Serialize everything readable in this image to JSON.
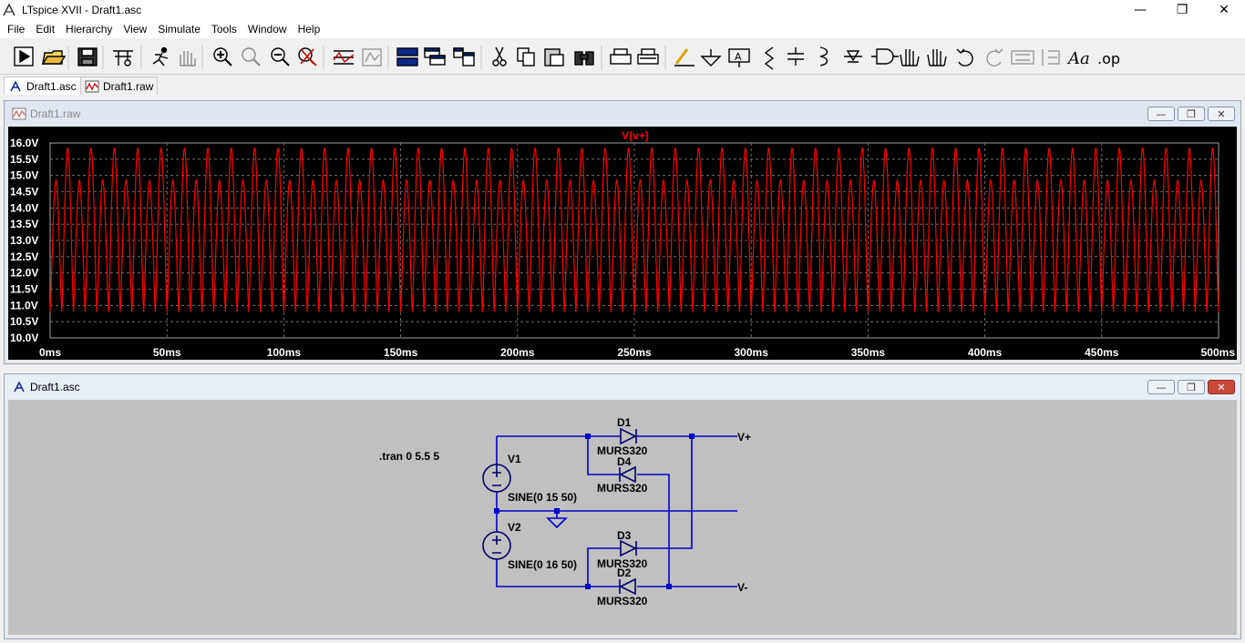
{
  "window": {
    "title": "LTspice XVII - Draft1.asc",
    "minimize": "—",
    "maximize": "❐",
    "close": "✕"
  },
  "menu": [
    "File",
    "Edit",
    "Hierarchy",
    "View",
    "Simulate",
    "Tools",
    "Window",
    "Help"
  ],
  "tabs": [
    {
      "label": "Draft1.asc",
      "active": true
    },
    {
      "label": "Draft1.raw",
      "active": false
    }
  ],
  "waveform_window": {
    "title": "Draft1.raw",
    "trace_label": "V(v+)",
    "trace_color": "#ff0000"
  },
  "schematic_window": {
    "title": "Draft1.asc",
    "directive": ".tran 0 5.5 5",
    "components": {
      "v1_name": "V1",
      "v1_value": "SINE(0 15 50)",
      "v2_name": "V2",
      "v2_value": "SINE(0 16 50)",
      "d1_name": "D1",
      "d1_model": "MURS320",
      "d4_name": "D4",
      "d4_model": "MURS320",
      "d3_name": "D3",
      "d3_model": "MURS320",
      "d2_name": "D2",
      "d2_model": "MURS320"
    },
    "net_labels": {
      "vplus": "V+",
      "vminus": "V-"
    },
    "wire_color": "#0000cc"
  },
  "chart_data": {
    "type": "line",
    "title": "V(v+)",
    "x_unit": "ms",
    "x_ticks": [
      "0ms",
      "50ms",
      "100ms",
      "150ms",
      "200ms",
      "250ms",
      "300ms",
      "350ms",
      "400ms",
      "450ms",
      "500ms"
    ],
    "y_ticks": [
      "16.0V",
      "15.5V",
      "15.0V",
      "14.5V",
      "14.0V",
      "13.5V",
      "13.0V",
      "12.5V",
      "12.0V",
      "11.5V",
      "11.0V",
      "10.5V",
      "10.0V"
    ],
    "xlim": [
      0,
      500
    ],
    "ylim": [
      10.0,
      16.0
    ],
    "series": [
      {
        "name": "V(v+)",
        "color": "#ff0000",
        "description_values": {
          "period_ms": 10,
          "peak_high_v": 15.85,
          "peak_low_v": 14.85,
          "trough_v": 10.8
        }
      }
    ],
    "grid": true
  }
}
